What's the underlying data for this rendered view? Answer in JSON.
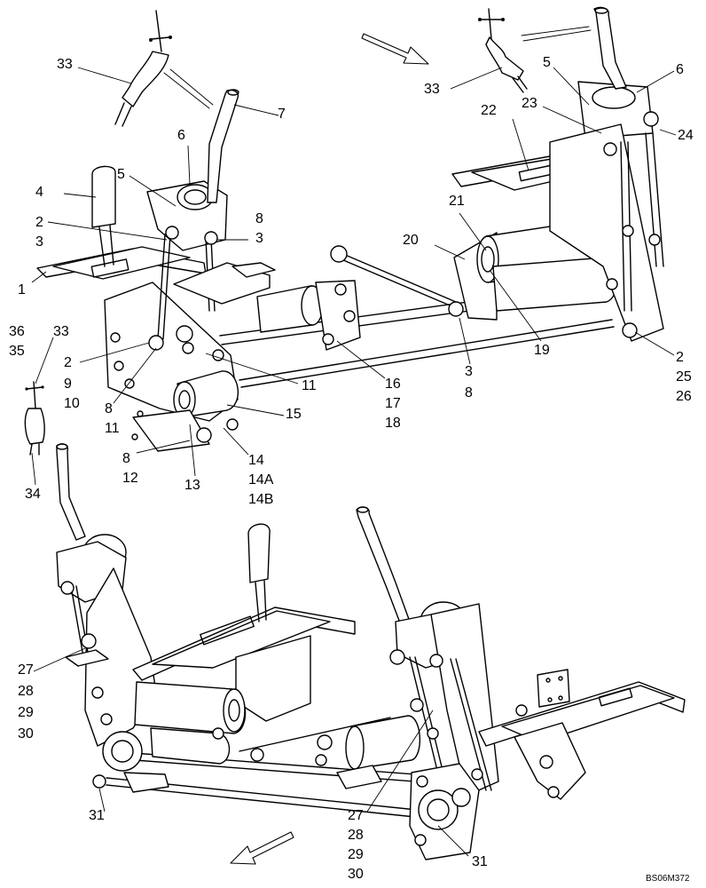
{
  "diagram": {
    "drawing_id": "BS06M372",
    "callouts": {
      "c33a": "33",
      "c7": "7",
      "c6a": "6",
      "c4": "4",
      "c5a": "5",
      "c8a": "8",
      "c3a": "3",
      "c2a": "2",
      "c3b": "3",
      "c1": "1",
      "c36": "36",
      "c33b": "33",
      "c35": "35",
      "c2b": "2",
      "c9": "9",
      "c10": "10",
      "c8b": "8",
      "c11a": "11",
      "c11b": "11",
      "c15": "15",
      "c8c": "8",
      "c12": "12",
      "c13": "13",
      "c14": "14",
      "c14A": "14A",
      "c14B": "14B",
      "c34": "34",
      "c16": "16",
      "c17": "17",
      "c18": "18",
      "c20": "20",
      "c21": "21",
      "c22": "22",
      "c3c": "3",
      "c8d": "8",
      "c19": "19",
      "c33c": "33",
      "c5b": "5",
      "c6b": "6",
      "c23": "23",
      "c24": "24",
      "c2c": "2",
      "c25": "25",
      "c26": "26",
      "c27a": "27",
      "c28a": "28",
      "c29a": "29",
      "c30a": "30",
      "c31a": "31",
      "c27b": "27",
      "c28b": "28",
      "c29b": "29",
      "c30b": "30",
      "c31b": "31"
    }
  }
}
